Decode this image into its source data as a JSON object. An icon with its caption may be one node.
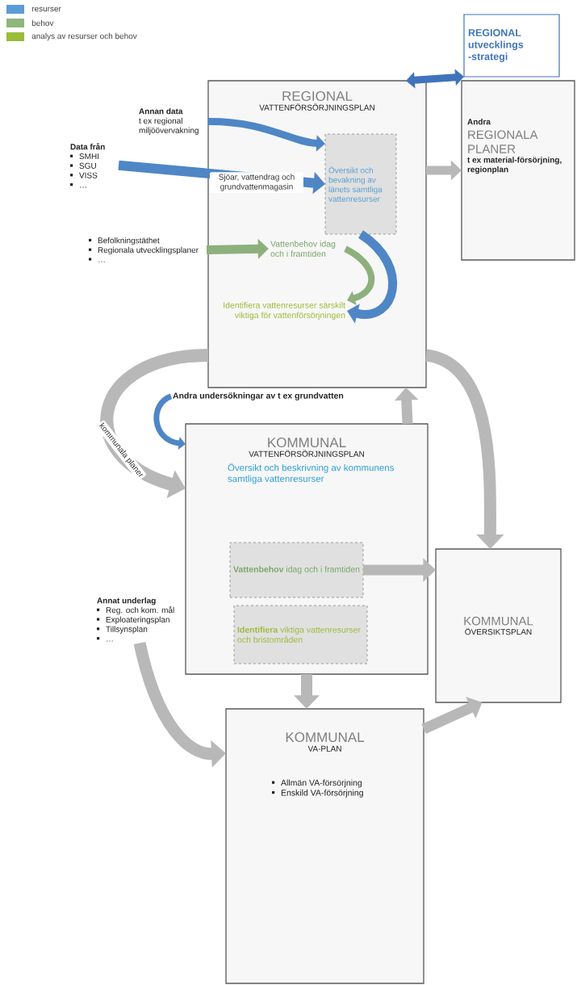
{
  "diagram": {
    "nodes": [
      {
        "text": [
          "REGIONAL",
          "VATTENFÖRSÖRJNINGSPLAN"
        ]
      },
      {
        "text": [
          "Översikt och bevakning av länets samtliga vattenresurser"
        ],
        "in": 0
      },
      {
        "text": [
          "Vattenbehov idag och i framtiden"
        ],
        "in": 0
      },
      {
        "text": [
          "Identifiera vattenresurser särskilt viktiga för vattenförsörjningen"
        ],
        "in": 0
      },
      {
        "text": [
          "REGIONAL",
          "utvecklings -strategi"
        ]
      },
      {
        "text": [
          "Andra",
          "REGIONALA PLANER",
          "t ex material-försörjning, regionplan"
        ]
      },
      {
        "text": [
          "Data från",
          "SMHI",
          "SGU",
          "VISS",
          "…"
        ]
      },
      {
        "text": [
          "Annan data",
          "t ex regional miljöövervakning"
        ]
      },
      {
        "text": [
          "Befolkningstäthet",
          "Regionala utvecklingsplaner",
          "…"
        ]
      },
      {
        "text": [
          "KOMMUNAL",
          "VATTENFÖRSÖRJNINGSPLAN",
          "Översikt och beskrivning av kommunens samtliga vattenresurser"
        ]
      },
      {
        "text": [
          "**Vattenbehov** idag och i framtiden"
        ],
        "in": 9
      },
      {
        "text": [
          "**Identifiera** viktiga vattenresurser och bristområden"
        ],
        "in": 9
      },
      {
        "text": [
          "Andra undersökningar av t ex grundvatten"
        ]
      },
      {
        "text": [
          "KOMMUNAL",
          "ÖVERSIKTSPLAN"
        ]
      },
      {
        "text": [
          "KOMMUNAL",
          "VA-PLAN",
          "Allmän VA-försörjning",
          "Enskild VA-försörjning"
        ]
      },
      {
        "text": [
          "Annat underlag",
          "Reg. och kom. mål",
          "Exploateringsplan",
          "Tillsynsplan",
          "…"
        ]
      }
    ],
    "edges": [
      {
        "from": 6,
        "to": 1,
        "arrow": "to",
        "label": "Sjöar, vattendrag och grundvattenmagasin",
        "color": "#4f86c6"
      },
      {
        "from": 7,
        "to": 1,
        "arrow": "to",
        "color": "#4f86c6"
      },
      {
        "from": 8,
        "to": 2,
        "arrow": "to",
        "color": "#8db07c"
      },
      {
        "from": 1,
        "to": 3,
        "arrow": "to",
        "color": "#4f86c6"
      },
      {
        "from": 2,
        "to": 3,
        "arrow": "to",
        "color": "#8db07c"
      },
      {
        "from": 0,
        "to": 4,
        "arrow": "both",
        "color": "#3f74bb"
      },
      {
        "from": 0,
        "to": 5,
        "arrow": "to"
      },
      {
        "from": 0,
        "to": 9,
        "arrow": "to",
        "label": "kommunala planer"
      },
      {
        "from": 12,
        "to": 9,
        "arrow": "to",
        "color": "#4f86c6"
      },
      {
        "from": 9,
        "to": 0,
        "arrow": "to"
      },
      {
        "from": 0,
        "to": 13,
        "arrow": "to"
      },
      {
        "from": 10,
        "to": 13,
        "arrow": "to"
      },
      {
        "from": 9,
        "to": 14,
        "arrow": "to"
      },
      {
        "from": 15,
        "to": 14,
        "arrow": "to"
      },
      {
        "from": 14,
        "to": 13,
        "arrow": "to"
      }
    ],
    "legend": [
      {
        "text": "resurser",
        "color": "#5b9bd5"
      },
      {
        "text": "behov",
        "color": "#8fb77b"
      },
      {
        "text": "analys av resurser och behov",
        "color": "#9bbb3a"
      }
    ]
  }
}
